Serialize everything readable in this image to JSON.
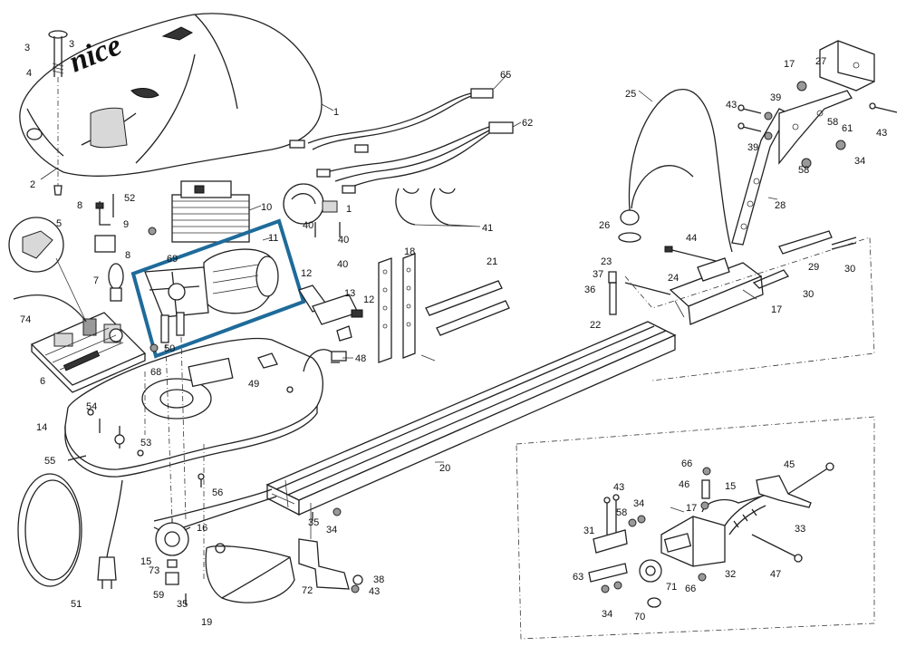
{
  "logo_text": "nice",
  "highlight_color": "#1e6b9a",
  "callouts": [
    {
      "id": "c3a",
      "text": "3"
    },
    {
      "id": "c3b",
      "text": "3"
    },
    {
      "id": "c4",
      "text": "4"
    },
    {
      "id": "c1",
      "text": "1"
    },
    {
      "id": "c2",
      "text": "2"
    },
    {
      "id": "c8a",
      "text": "8"
    },
    {
      "id": "c52",
      "text": "52"
    },
    {
      "id": "c9",
      "text": "9"
    },
    {
      "id": "c5",
      "text": "5"
    },
    {
      "id": "c8b",
      "text": "8"
    },
    {
      "id": "c7",
      "text": "7"
    },
    {
      "id": "c10",
      "text": "10"
    },
    {
      "id": "c11",
      "text": "11"
    },
    {
      "id": "c69",
      "text": "69"
    },
    {
      "id": "c50",
      "text": "50"
    },
    {
      "id": "c68",
      "text": "68"
    },
    {
      "id": "c74",
      "text": "74"
    },
    {
      "id": "c6",
      "text": "6"
    },
    {
      "id": "c49",
      "text": "49"
    },
    {
      "id": "c48",
      "text": "48"
    },
    {
      "id": "c14",
      "text": "14"
    },
    {
      "id": "c54",
      "text": "54"
    },
    {
      "id": "c53",
      "text": "53"
    },
    {
      "id": "c55",
      "text": "55"
    },
    {
      "id": "c56",
      "text": "56"
    },
    {
      "id": "c65",
      "text": "65"
    },
    {
      "id": "c62",
      "text": "62"
    },
    {
      "id": "c1b",
      "text": "1"
    },
    {
      "id": "c40a",
      "text": "40"
    },
    {
      "id": "c40b",
      "text": "40"
    },
    {
      "id": "c41",
      "text": "41"
    },
    {
      "id": "c40c",
      "text": "40"
    },
    {
      "id": "c12a",
      "text": "12"
    },
    {
      "id": "c13",
      "text": "13"
    },
    {
      "id": "c12b",
      "text": "12"
    },
    {
      "id": "c18",
      "text": "18"
    },
    {
      "id": "c21",
      "text": "21"
    },
    {
      "id": "c20",
      "text": "20"
    },
    {
      "id": "c25",
      "text": "25"
    },
    {
      "id": "c26",
      "text": "26"
    },
    {
      "id": "c44",
      "text": "44"
    },
    {
      "id": "c23",
      "text": "23"
    },
    {
      "id": "c37",
      "text": "37"
    },
    {
      "id": "c36",
      "text": "36"
    },
    {
      "id": "c22",
      "text": "22"
    },
    {
      "id": "c24",
      "text": "24"
    },
    {
      "id": "c17a",
      "text": "17"
    },
    {
      "id": "c27",
      "text": "27"
    },
    {
      "id": "c43a",
      "text": "43"
    },
    {
      "id": "c39a",
      "text": "39"
    },
    {
      "id": "c39b",
      "text": "39"
    },
    {
      "id": "c61",
      "text": "61"
    },
    {
      "id": "c58a",
      "text": "58"
    },
    {
      "id": "c58b",
      "text": "58"
    },
    {
      "id": "c34a",
      "text": "34"
    },
    {
      "id": "c43b",
      "text": "43"
    },
    {
      "id": "c28",
      "text": "28"
    },
    {
      "id": "c29",
      "text": "29"
    },
    {
      "id": "c30a",
      "text": "30"
    },
    {
      "id": "c30b",
      "text": "30"
    },
    {
      "id": "c17b",
      "text": "17"
    },
    {
      "id": "c16",
      "text": "16"
    },
    {
      "id": "c15a",
      "text": "15"
    },
    {
      "id": "c73",
      "text": "73"
    },
    {
      "id": "c59",
      "text": "59"
    },
    {
      "id": "c35a",
      "text": "35"
    },
    {
      "id": "c19",
      "text": "19"
    },
    {
      "id": "c51",
      "text": "51"
    },
    {
      "id": "c72",
      "text": "72"
    },
    {
      "id": "c35b",
      "text": "35"
    },
    {
      "id": "c34b",
      "text": "34"
    },
    {
      "id": "c38",
      "text": "38"
    },
    {
      "id": "c43c",
      "text": "43"
    },
    {
      "id": "c66a",
      "text": "66"
    },
    {
      "id": "c45",
      "text": "45"
    },
    {
      "id": "c46",
      "text": "46"
    },
    {
      "id": "c15b",
      "text": "15"
    },
    {
      "id": "c17c",
      "text": "17"
    },
    {
      "id": "c43d",
      "text": "43"
    },
    {
      "id": "c58c",
      "text": "58"
    },
    {
      "id": "c34c",
      "text": "34"
    },
    {
      "id": "c33",
      "text": "33"
    },
    {
      "id": "c31",
      "text": "31"
    },
    {
      "id": "c47",
      "text": "47"
    },
    {
      "id": "c32",
      "text": "32"
    },
    {
      "id": "c63",
      "text": "63"
    },
    {
      "id": "c71",
      "text": "71"
    },
    {
      "id": "c66b",
      "text": "66"
    },
    {
      "id": "c34d",
      "text": "34"
    },
    {
      "id": "c70",
      "text": "70"
    }
  ]
}
